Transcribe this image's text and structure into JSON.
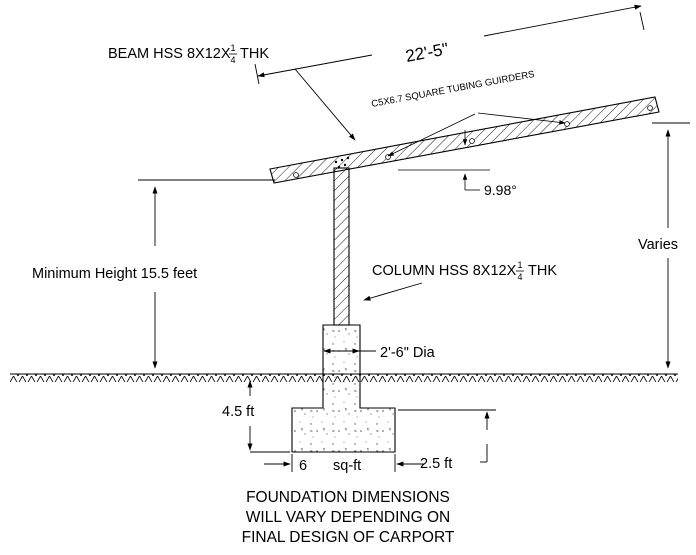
{
  "labels": {
    "beam": "BEAM HSS 8X12X",
    "beam_thk": "THK",
    "frac_num": "1",
    "frac_den": "4",
    "girders": "C5X6.7 SQUARE TUBING GUIRDERS",
    "span": "22'-5\"",
    "angle": "9.98°",
    "min_height": "Minimum  Height  15.5  feet",
    "varies": "Varies",
    "column": "COLUMN HSS 8X12X",
    "column_thk": "THK",
    "pier_dia": "2'-6\" Dia",
    "depth": "4.5  ft",
    "footing_width": "6",
    "footing_unit": "sq-ft",
    "footing_thickness": "2.5  ft"
  },
  "note": {
    "lines": [
      "FOUNDATION DIMENSIONS",
      "WILL VARY DEPENDING ON",
      "FINAL DESIGN OF CARPORT"
    ]
  }
}
